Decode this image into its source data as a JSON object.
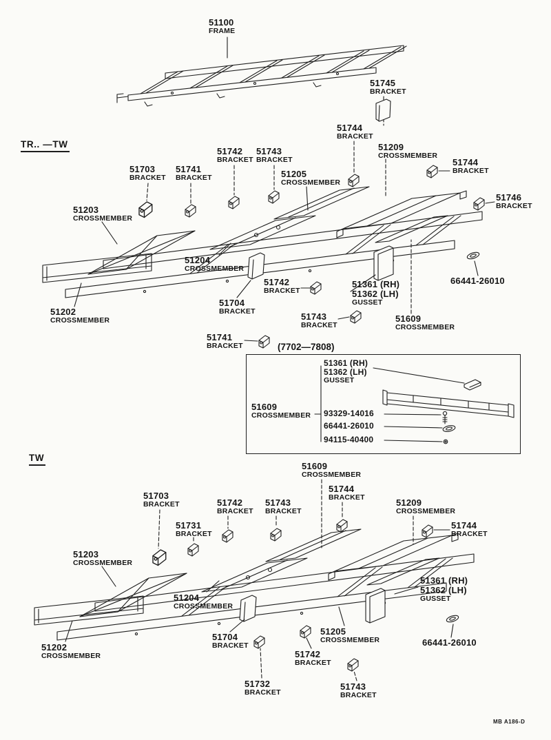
{
  "page": {
    "footer_code": "MB  A186-D"
  },
  "sections": {
    "tr_tw_heading": "TR..  —TW",
    "tw_heading": "TW",
    "inset_title": "(7702—7808)"
  },
  "labels": {
    "t51100": {
      "lines": [
        "51100",
        "FRAME"
      ]
    },
    "t51745": {
      "lines": [
        "51745",
        "BRACKET"
      ]
    },
    "m51744a": {
      "lines": [
        "51744",
        "BRACKET"
      ]
    },
    "m51209": {
      "lines": [
        "51209",
        "CROSSMEMBER"
      ]
    },
    "m51744b": {
      "lines": [
        "51744",
        "BRACKET"
      ]
    },
    "m51742a": {
      "lines": [
        "51742",
        "BRACKET"
      ]
    },
    "m51743a": {
      "lines": [
        "51743",
        "BRACKET"
      ]
    },
    "m51205": {
      "lines": [
        "51205",
        "CROSSMEMBER"
      ]
    },
    "m51703": {
      "lines": [
        "51703",
        "BRACKET"
      ]
    },
    "m51741a": {
      "lines": [
        "51741",
        "BRACKET"
      ]
    },
    "m51746": {
      "lines": [
        "51746",
        "BRACKET"
      ]
    },
    "m51203": {
      "lines": [
        "51203",
        "CROSSMEMBER"
      ]
    },
    "m51204": {
      "lines": [
        "51204",
        "CROSSMEMBER"
      ]
    },
    "m51742b": {
      "lines": [
        "51742",
        "BRACKET"
      ]
    },
    "mgusset": {
      "lines": [
        "51361 (RH)",
        "51362 (LH)",
        "GUSSET"
      ]
    },
    "m66441": {
      "lines": [
        "66441-26010"
      ]
    },
    "m51202": {
      "lines": [
        "51202",
        "CROSSMEMBER"
      ]
    },
    "m51704": {
      "lines": [
        "51704",
        "BRACKET"
      ]
    },
    "m51743b": {
      "lines": [
        "51743",
        "BRACKET"
      ]
    },
    "m51609": {
      "lines": [
        "51609",
        "CROSSMEMBER"
      ]
    },
    "m51741b": {
      "lines": [
        "51741",
        "BRACKET"
      ]
    },
    "igusset": {
      "lines": [
        "51361 (RH)",
        "51362 (LH)",
        "GUSSET"
      ]
    },
    "i51609": {
      "lines": [
        "51609",
        "CROSSMEMBER"
      ]
    },
    "i93329": {
      "lines": [
        "93329-14016"
      ]
    },
    "i66441": {
      "lines": [
        "66441-26010"
      ]
    },
    "i94115": {
      "lines": [
        "94115-40400"
      ]
    },
    "b51609": {
      "lines": [
        "51609",
        "CROSSMEMBER"
      ]
    },
    "b51744a": {
      "lines": [
        "51744",
        "BRACKET"
      ]
    },
    "b51209": {
      "lines": [
        "51209",
        "CROSSMEMBER"
      ]
    },
    "b51703": {
      "lines": [
        "51703",
        "BRACKET"
      ]
    },
    "b51742a": {
      "lines": [
        "51742",
        "BRACKET"
      ]
    },
    "b51743a": {
      "lines": [
        "51743",
        "BRACKET"
      ]
    },
    "b51744b": {
      "lines": [
        "51744",
        "BRACKET"
      ]
    },
    "b51731": {
      "lines": [
        "51731",
        "BRACKET"
      ]
    },
    "b51203": {
      "lines": [
        "51203",
        "CROSSMEMBER"
      ]
    },
    "b51204": {
      "lines": [
        "51204",
        "CROSSMEMBER"
      ]
    },
    "bgusset": {
      "lines": [
        "51361 (RH)",
        "51362 (LH)",
        "GUSSET"
      ]
    },
    "b51202": {
      "lines": [
        "51202",
        "CROSSMEMBER"
      ]
    },
    "b51704": {
      "lines": [
        "51704",
        "BRACKET"
      ]
    },
    "b51205": {
      "lines": [
        "51205",
        "CROSSMEMBER"
      ]
    },
    "b51742b": {
      "lines": [
        "51742",
        "BRACKET"
      ]
    },
    "b66441": {
      "lines": [
        "66441-26010"
      ]
    },
    "b51732": {
      "lines": [
        "51732",
        "BRACKET"
      ]
    },
    "b51743b": {
      "lines": [
        "51743",
        "BRACKET"
      ]
    }
  }
}
